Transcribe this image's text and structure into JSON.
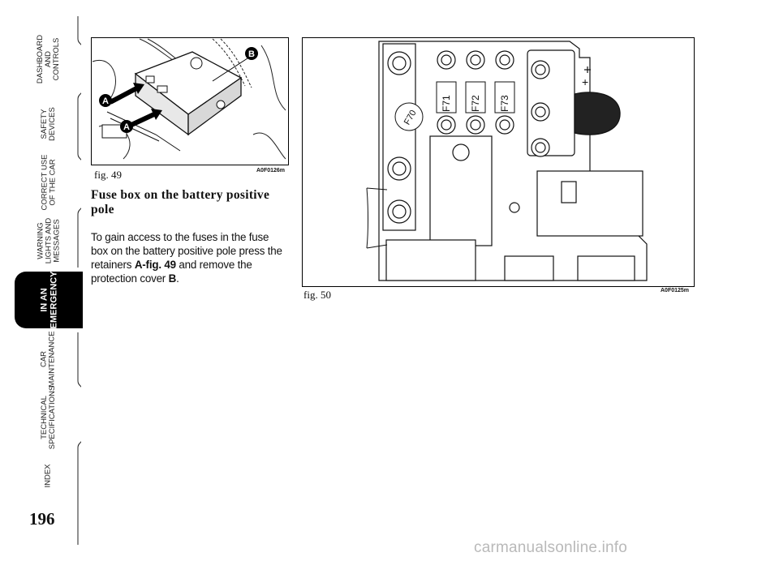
{
  "sidebar": {
    "tabs": [
      {
        "label": "DASHBOARD\nAND\nCONTROLS"
      },
      {
        "label": "SAFETY\nDEVICES"
      },
      {
        "label": "CORRECT USE\nOF THE CAR"
      },
      {
        "label": "WARNING\nLIGHTS AND\nMESSAGES"
      },
      {
        "label": "IN AN\nEMERGENCY"
      },
      {
        "label": "CAR\nMAINTENANCE"
      },
      {
        "label": "TECHNICAL\nSPECIFICATIONS"
      },
      {
        "label": "INDEX"
      }
    ],
    "active_index": 4,
    "page_number": "196"
  },
  "figures": {
    "fig49": {
      "label": "fig. 49",
      "code": "A0F0126m",
      "callouts": [
        "A",
        "A",
        "B"
      ]
    },
    "fig50": {
      "label": "fig. 50",
      "code": "A0F0125m",
      "fuses": [
        "F70",
        "F71",
        "F72",
        "F73"
      ],
      "polarity": "+"
    }
  },
  "content": {
    "heading": "Fuse box on the battery positive pole",
    "body_pre": "To gain access to the fuses in the fuse box on the battery positive pole press the retainers ",
    "body_ref": "A-fig. 49",
    "body_mid": " and remove the protection cover ",
    "body_ref2": "B",
    "body_post": "."
  },
  "watermark": "carmanualsonline.info"
}
